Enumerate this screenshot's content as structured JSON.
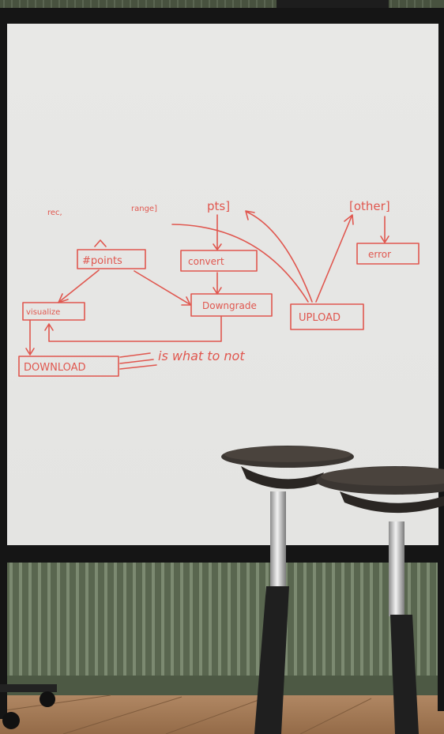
{
  "whiteboard": {
    "notes": [
      {
        "id": "n1",
        "text": "rec,"
      },
      {
        "id": "n2",
        "text": "range]"
      },
      {
        "id": "n3",
        "text": "pts]"
      },
      {
        "id": "n4",
        "text": "[other]"
      },
      {
        "id": "n5",
        "text": "#points"
      },
      {
        "id": "n6",
        "text": "convert"
      },
      {
        "id": "n7",
        "text": "error"
      },
      {
        "id": "n8",
        "text": "visualize"
      },
      {
        "id": "n9",
        "text": "Downgrade"
      },
      {
        "id": "n10",
        "text": "UPLOAD"
      },
      {
        "id": "n11",
        "text": "DOWNLOAD"
      },
      {
        "id": "n12",
        "text": "is what to not"
      }
    ]
  },
  "colors": {
    "marker": "#e0574f",
    "board": "#e9e9e7",
    "frame": "#1a1a1a",
    "wall_green": "#5d6b55",
    "floor": "#a37b57",
    "stool_seat": "#3b3632"
  }
}
